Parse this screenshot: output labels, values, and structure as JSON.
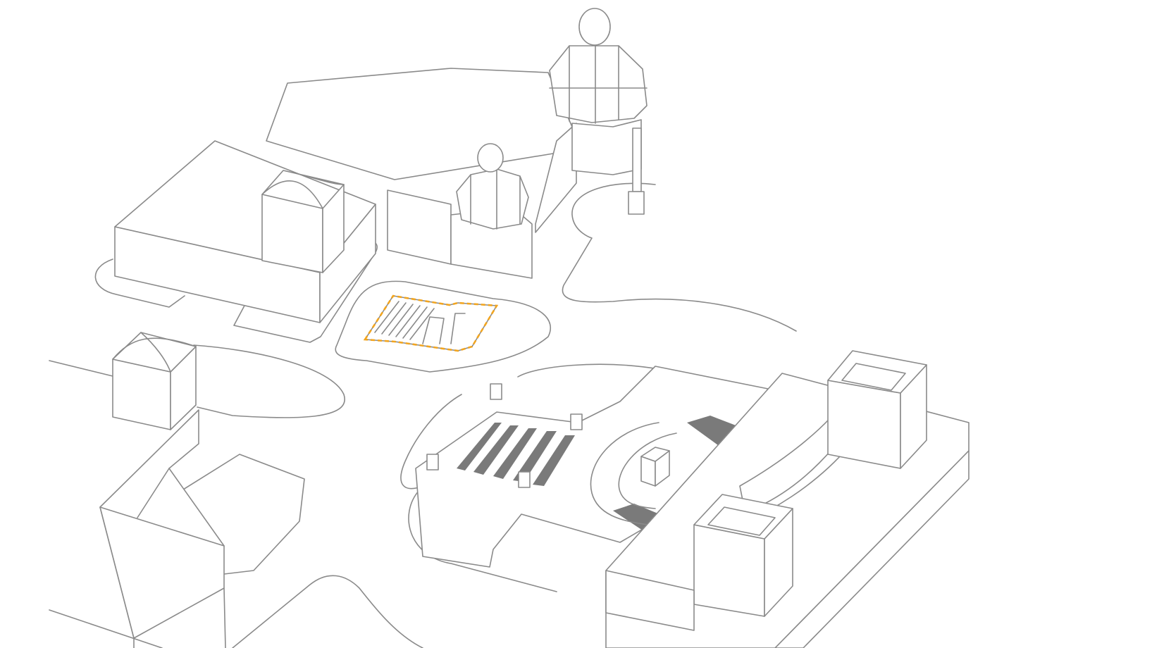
{
  "diagram": {
    "style": "isometric line drawing of a city block",
    "colors": {
      "background": "#ffffff",
      "line": "#8a8a8a",
      "fill_dark": "#7a7a7a",
      "highlight": "#f2a51f"
    },
    "elements": [
      "road-network",
      "domed-church",
      "large-hall-building",
      "highlighted-site",
      "small-pavilion",
      "corner-building",
      "amphitheater-plaza",
      "stair-building-complex"
    ]
  }
}
